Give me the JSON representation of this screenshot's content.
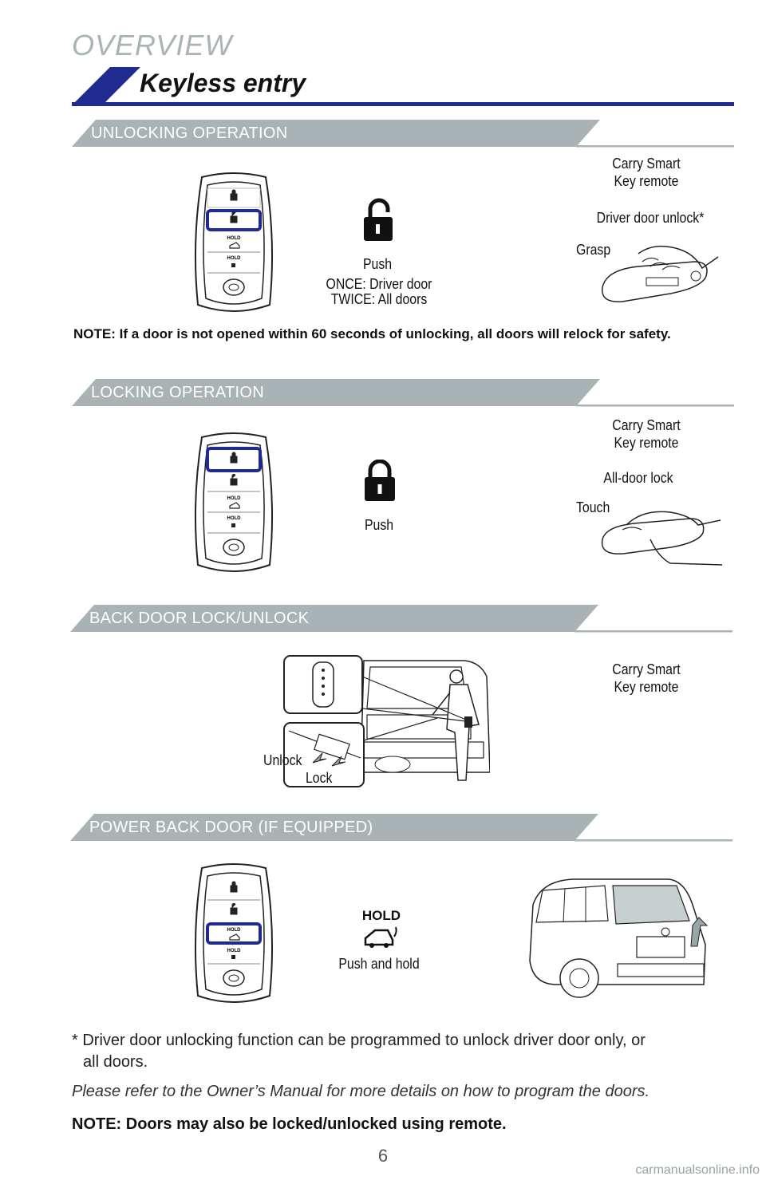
{
  "header": {
    "overview": "OVERVIEW",
    "title": "Keyless entry"
  },
  "colors": {
    "accent_blue": "#1f2b8f",
    "section_gray": "#a9b3b5"
  },
  "sections": {
    "unlock": {
      "heading": "UNLOCKING OPERATION",
      "push": "Push",
      "once": "ONCE: Driver door",
      "twice": "TWICE: All doors",
      "carry1": "Carry Smart",
      "carry2": "Key remote",
      "driver_unlock": "Driver door unlock*",
      "grasp": "Grasp",
      "note": "NOTE: If a door is not opened within 60 seconds of unlocking, all doors will relock for safety."
    },
    "lock": {
      "heading": "LOCKING OPERATION",
      "push": "Push",
      "carry1": "Carry Smart",
      "carry2": "Key remote",
      "all_door": "All-door lock",
      "touch": "Touch"
    },
    "back": {
      "heading": "BACK DOOR LOCK/UNLOCK",
      "carry1": "Carry Smart",
      "carry2": "Key remote",
      "unlock": "Unlock",
      "lock": "Lock"
    },
    "power": {
      "heading": "POWER BACK DOOR (IF EQUIPPED)",
      "hold": "HOLD",
      "push_hold": "Push and hold"
    }
  },
  "footer": {
    "asterisk": "* Driver door unlocking function can be programmed to unlock driver door only, or",
    "asterisk2": "all doors.",
    "refer": "Please refer to the Owner’s Manual for more details on how to program the doors.",
    "note": "NOTE: Doors may also be locked/unlocked using remote."
  },
  "key_fob": {
    "hold_label": "HOLD"
  },
  "page_number": "6",
  "watermark": "carmanualsonline.info"
}
